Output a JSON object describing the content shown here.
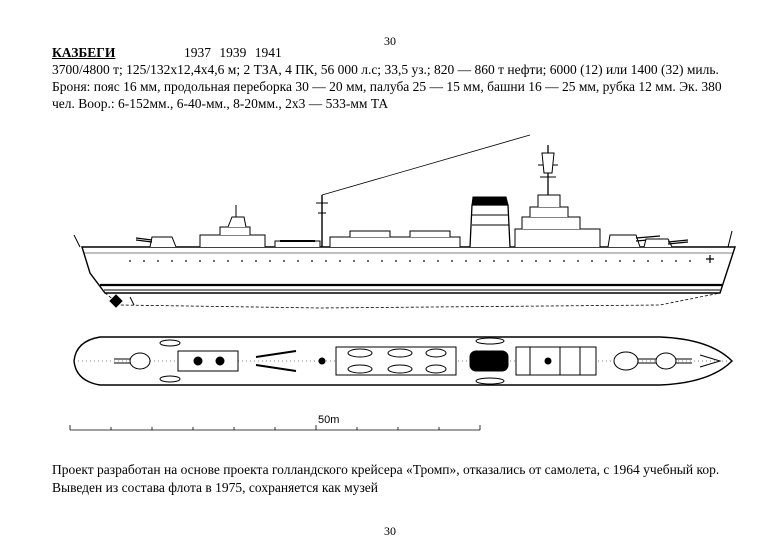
{
  "page": {
    "number_top": "30",
    "number_bottom": "30"
  },
  "header": {
    "ship_name": "КАЗБЕГИ",
    "years": [
      "1937",
      "1939",
      "1941"
    ],
    "spec_lines": [
      "3700/4800 т; 125/132х12,4х4,6 м; 2 ТЗА, 4 ПК, 56 000 л.с; 33,5 уз.; 820 — 860 т нефти; 6000 (12) или 1400 (32) миль.",
      "Броня: пояс 16 мм, продольная переборка 30 — 20 мм, палуба 25 — 15 мм, башни 16 — 25 мм, рубка 12 мм. Эк. 380",
      "чел. Воор.: 6-152мм., 6-40-мм., 8-20мм., 2х3 — 533-мм ТА"
    ]
  },
  "drawing": {
    "scale_label": "50m"
  },
  "caption": {
    "lines": [
      "Проект разработан на основе проекта голландского крейсера «Тромп», отказались от самолета, с 1964 учебный кор.",
      "Выведен из состава флота в 1975, сохраняется как музей"
    ]
  }
}
